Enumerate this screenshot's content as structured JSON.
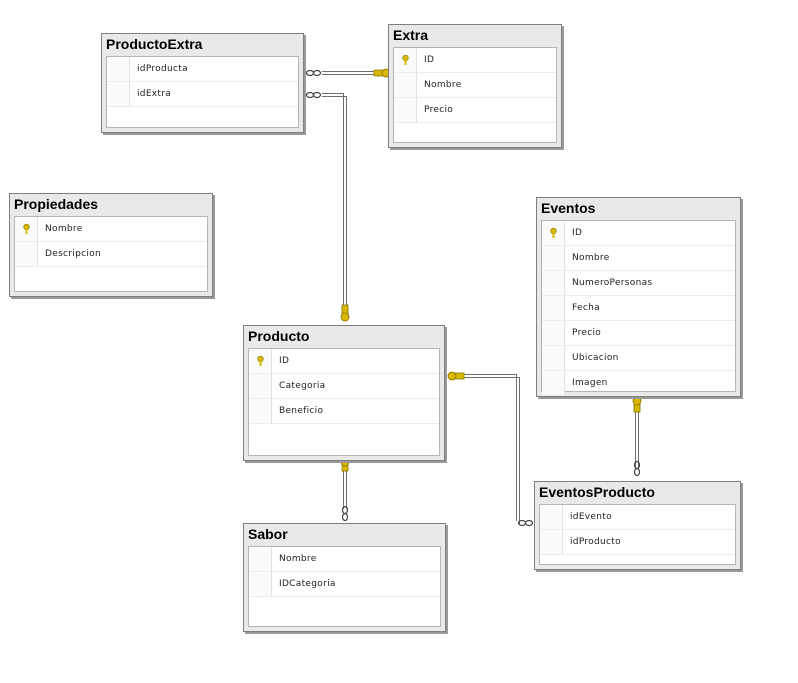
{
  "tables": {
    "productoextra": {
      "name": "ProductoExtra",
      "columns": [
        {
          "name": "idProducta"
        },
        {
          "name": "idExtra"
        }
      ]
    },
    "extra": {
      "name": "Extra",
      "columns": [
        {
          "name": "ID",
          "pk": true
        },
        {
          "name": "Nombre"
        },
        {
          "name": "Precio"
        }
      ]
    },
    "propiedades": {
      "name": "Propiedades",
      "columns": [
        {
          "name": "Nombre",
          "pk": true
        },
        {
          "name": "Descripcion"
        }
      ]
    },
    "eventos": {
      "name": "Eventos",
      "columns": [
        {
          "name": "ID",
          "pk": true
        },
        {
          "name": "Nombre"
        },
        {
          "name": "NumeroPersonas"
        },
        {
          "name": "Fecha"
        },
        {
          "name": "Precio"
        },
        {
          "name": "Ubicacion"
        },
        {
          "name": "Imagen"
        }
      ]
    },
    "producto": {
      "name": "Producto",
      "columns": [
        {
          "name": "ID",
          "pk": true
        },
        {
          "name": "Categoria"
        },
        {
          "name": "Beneficio"
        }
      ]
    },
    "sabor": {
      "name": "Sabor",
      "columns": [
        {
          "name": "Nombre"
        },
        {
          "name": "IDCategoria"
        }
      ]
    },
    "eventosproducto": {
      "name": "EventosProducto",
      "columns": [
        {
          "name": "idEvento"
        },
        {
          "name": "idProducto"
        }
      ]
    }
  },
  "relationships": [
    {
      "from": "ProductoExtra.idProducta",
      "to": "Extra.ID"
    },
    {
      "from": "ProductoExtra.idExtra",
      "to": "Producto.ID"
    },
    {
      "from": "EventosProducto.idEvento",
      "to": "Eventos.ID"
    },
    {
      "from": "EventosProducto.idProducto",
      "to": "Producto.ID"
    },
    {
      "from": "Sabor.IDCategoria",
      "to": "Producto.ID"
    }
  ],
  "icons": {
    "primary_key": "key-icon",
    "many_end": "infinity-icon"
  },
  "colors": {
    "key": "#d9b800",
    "line": "#6e6e6e",
    "header": "#e9e9e9"
  }
}
